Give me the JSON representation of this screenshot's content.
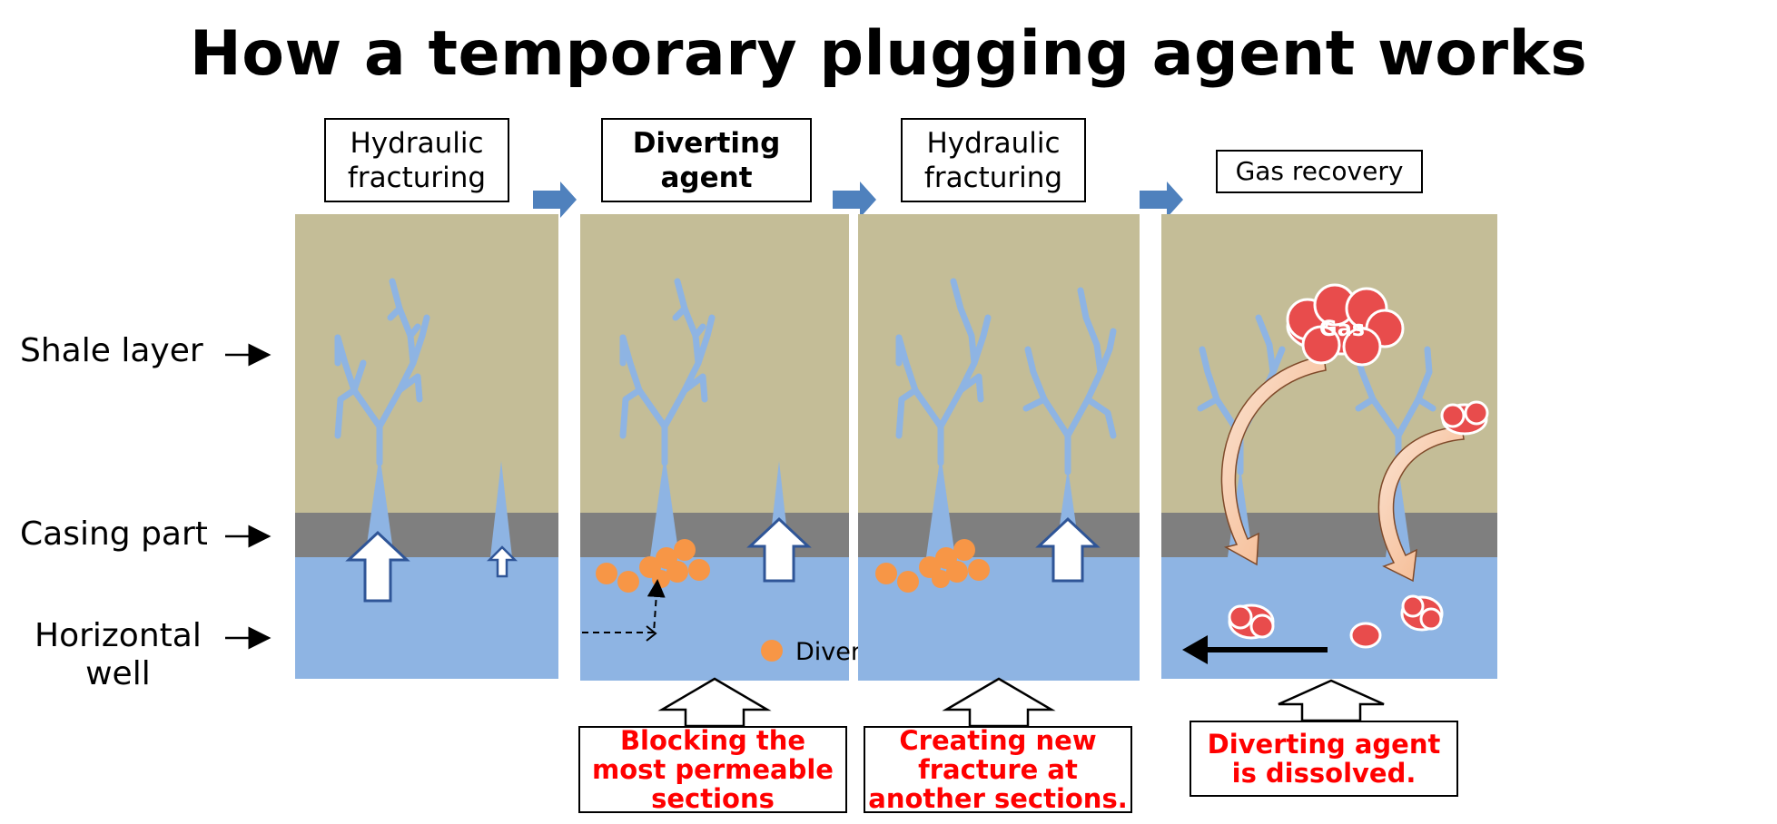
{
  "title": "How a temporary plugging agent works",
  "steps": [
    {
      "label": "Hydraulic\nfracturing"
    },
    {
      "label": "Diverting\nagent"
    },
    {
      "label": "Hydraulic\nfracturing"
    },
    {
      "label": "Gas recovery"
    }
  ],
  "side_labels": {
    "shale": "Shale layer",
    "casing": "Casing part",
    "well": "Horizontal\nwell"
  },
  "legend": {
    "diverting_agent": "Diverting agent"
  },
  "gas_label": "Gas",
  "callouts": [
    {
      "text": "Blocking the\nmost permeable\nsections"
    },
    {
      "text": "Creating new\nfracture at\nanother sections."
    },
    {
      "text": "Diverting agent\nis dissolved."
    }
  ],
  "colors": {
    "shale": "#c4bd97",
    "casing": "#7f7f7f",
    "well": "#8eb4e3",
    "fracture": "#8eb4e3",
    "agent": "#f79646",
    "gas": "#e84c4c",
    "flow_arrow": "#4f81bd",
    "callout_text": "#ff0000"
  }
}
